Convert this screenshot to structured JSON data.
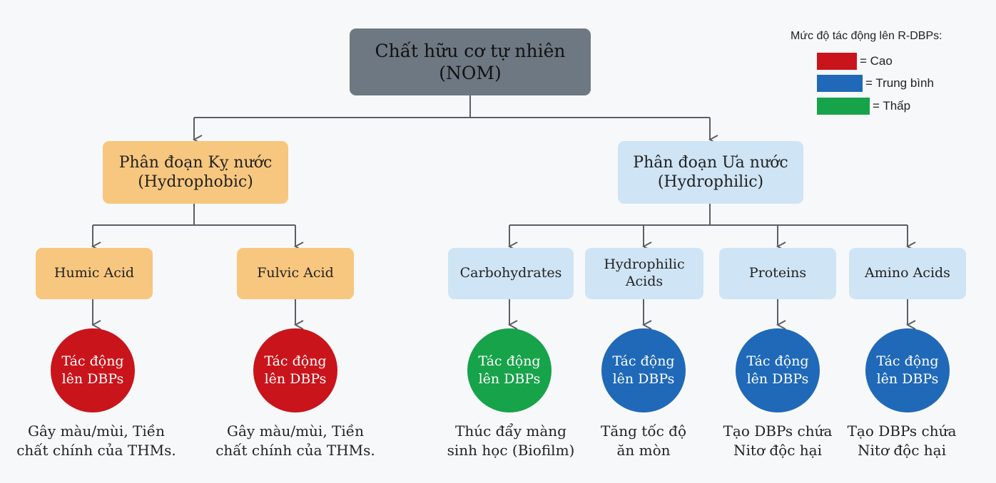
{
  "colors": {
    "high": "#c9141b",
    "medium": "#1f69b8",
    "low": "#17a34a",
    "edge": "#5a5f66"
  },
  "legend": {
    "title": "Mức độ tác động lên R-DBPs:",
    "items": [
      {
        "label": "= Cao",
        "level": "high"
      },
      {
        "label": "= Trung bình",
        "level": "medium"
      },
      {
        "label": "= Thấp",
        "level": "low"
      }
    ]
  },
  "root": {
    "line1": "Chất hữu cơ tự nhiên",
    "line2": "(NOM)"
  },
  "fractions": [
    {
      "line1": "Phân đoạn Kỵ nước",
      "line2": "(Hydrophobic)"
    },
    {
      "line1": "Phân đoạn Ưa nước",
      "line2": "(Hydrophilic)"
    }
  ],
  "components": [
    {
      "label": "Humic Acid",
      "impact": "Tác động lên DBPs",
      "level": "high",
      "desc1": "Gây màu/mùi, Tiền",
      "desc2": "chất chính của THMs."
    },
    {
      "label": "Fulvic Acid",
      "impact": "Tác động lên DBPs",
      "level": "high",
      "desc1": "Gây màu/mùi, Tiền",
      "desc2": "chất chính của THMs."
    },
    {
      "label": "Carbohydrates",
      "impact": "Tác động lên DBPs",
      "level": "low",
      "desc1": "Thúc đẩy màng",
      "desc2": "sinh học (Biofilm)"
    },
    {
      "label": "Hydrophilic Acids",
      "impact": "Tác động lên DBPs",
      "level": "medium",
      "desc1": "Tăng tốc độ",
      "desc2": "ăn mòn"
    },
    {
      "label": "Proteins",
      "impact": "Tác động lên DBPs",
      "level": "medium",
      "desc1": "Tạo DBPs chứa",
      "desc2": "Nitơ độc hại"
    },
    {
      "label": "Amino Acids",
      "impact": "Tác động lên DBPs",
      "level": "medium",
      "desc1": "Tạo DBPs chứa",
      "desc2": "Nitơ độc hại"
    }
  ]
}
